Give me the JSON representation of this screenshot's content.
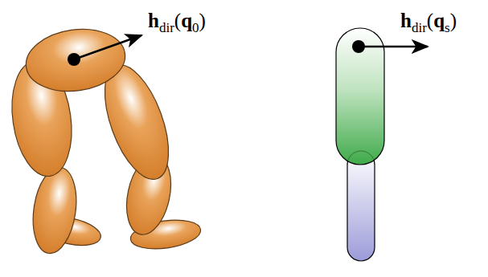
{
  "diagram": {
    "labels": [
      "h",
      "dir",
      "(",
      "q",
      "0",
      ")",
      "h",
      "dir",
      "(",
      "q",
      "s",
      ")"
    ]
  }
}
